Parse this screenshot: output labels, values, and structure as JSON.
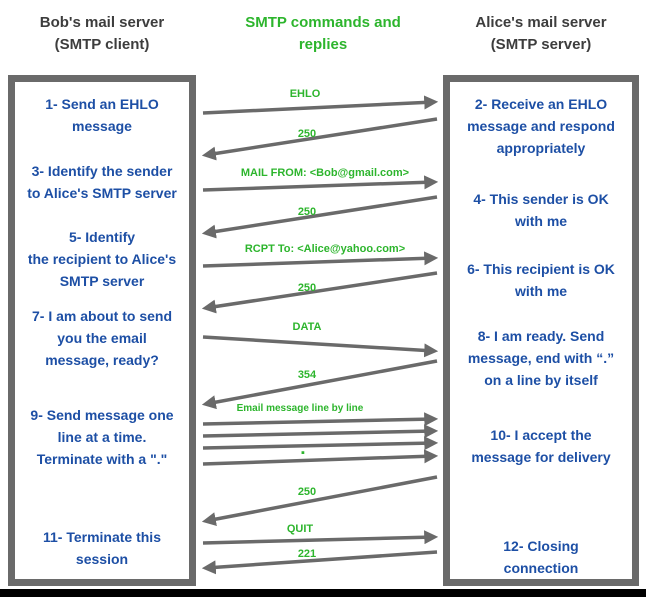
{
  "headers": {
    "client": "Bob's mail server\n(SMTP client)",
    "center": "SMTP commands and\nreplies",
    "server": "Alice's mail server\n(SMTP server)"
  },
  "client_steps": [
    "1- Send an EHLO\nmessage",
    "3- Identify the sender\nto Alice's SMTP server",
    "5- Identify\nthe recipient to Alice's\nSMTP server",
    "7- I am about to send\nyou the email\nmessage, ready?",
    "9- Send message one\nline at a time.\nTerminate with a \".\"",
    "11- Terminate this\nsession"
  ],
  "server_steps": [
    "2- Receive an EHLO\nmessage and respond\nappropriately",
    "4- This sender is OK\nwith me",
    "6- This recipient is OK\nwith me",
    "8-  I am ready. Send\nmessage, end with “.”\non a line by itself",
    "10-  I accept the\nmessage for delivery",
    "12-  Closing\nconnection"
  ],
  "messages": [
    {
      "label": "EHLO",
      "direction": "client-to-server"
    },
    {
      "label": "250",
      "direction": "server-to-client"
    },
    {
      "label": "MAIL FROM: <Bob@gmail.com>",
      "direction": "client-to-server"
    },
    {
      "label": "250",
      "direction": "server-to-client"
    },
    {
      "label": "RCPT To: <Alice@yahoo.com>",
      "direction": "client-to-server"
    },
    {
      "label": "250",
      "direction": "server-to-client"
    },
    {
      "label": "DATA",
      "direction": "client-to-server"
    },
    {
      "label": "354",
      "direction": "server-to-client"
    },
    {
      "label": "Email message line by line",
      "direction": "client-to-server"
    },
    {
      "label": "▪",
      "direction": "client-to-server"
    },
    {
      "label": "250",
      "direction": "server-to-client"
    },
    {
      "label": "QUIT",
      "direction": "client-to-server"
    },
    {
      "label": "221",
      "direction": "server-to-client"
    }
  ],
  "colors": {
    "green": "#2db52d",
    "blue": "#1d4fa5",
    "gray": "#6a6a6a",
    "header_text": "#3d3d3d",
    "bottom_bar": "#000000"
  }
}
